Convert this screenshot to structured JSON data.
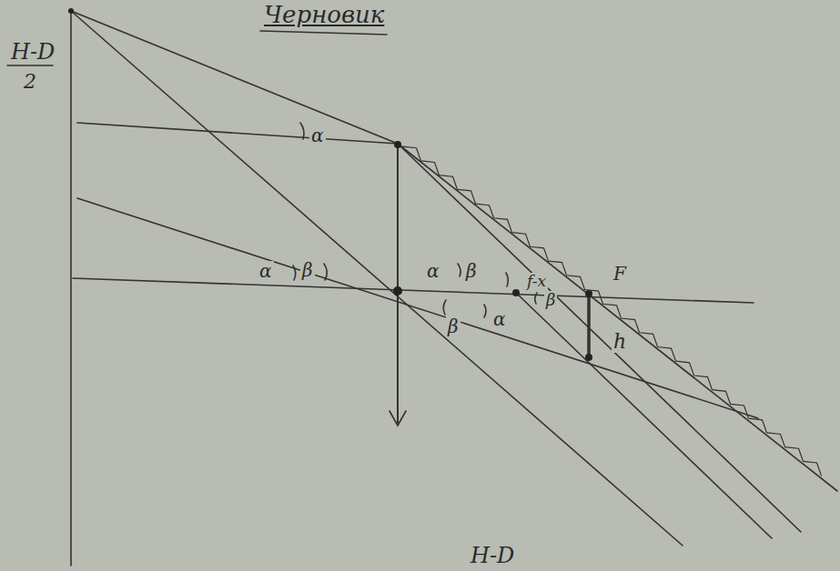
{
  "diagram": {
    "title": "Черновик",
    "labels": [
      "H-D",
      "2",
      "α",
      "α",
      "β",
      "α",
      "β",
      "f-x",
      "F",
      "h",
      "β",
      "α",
      "β",
      "H-D"
    ]
  }
}
